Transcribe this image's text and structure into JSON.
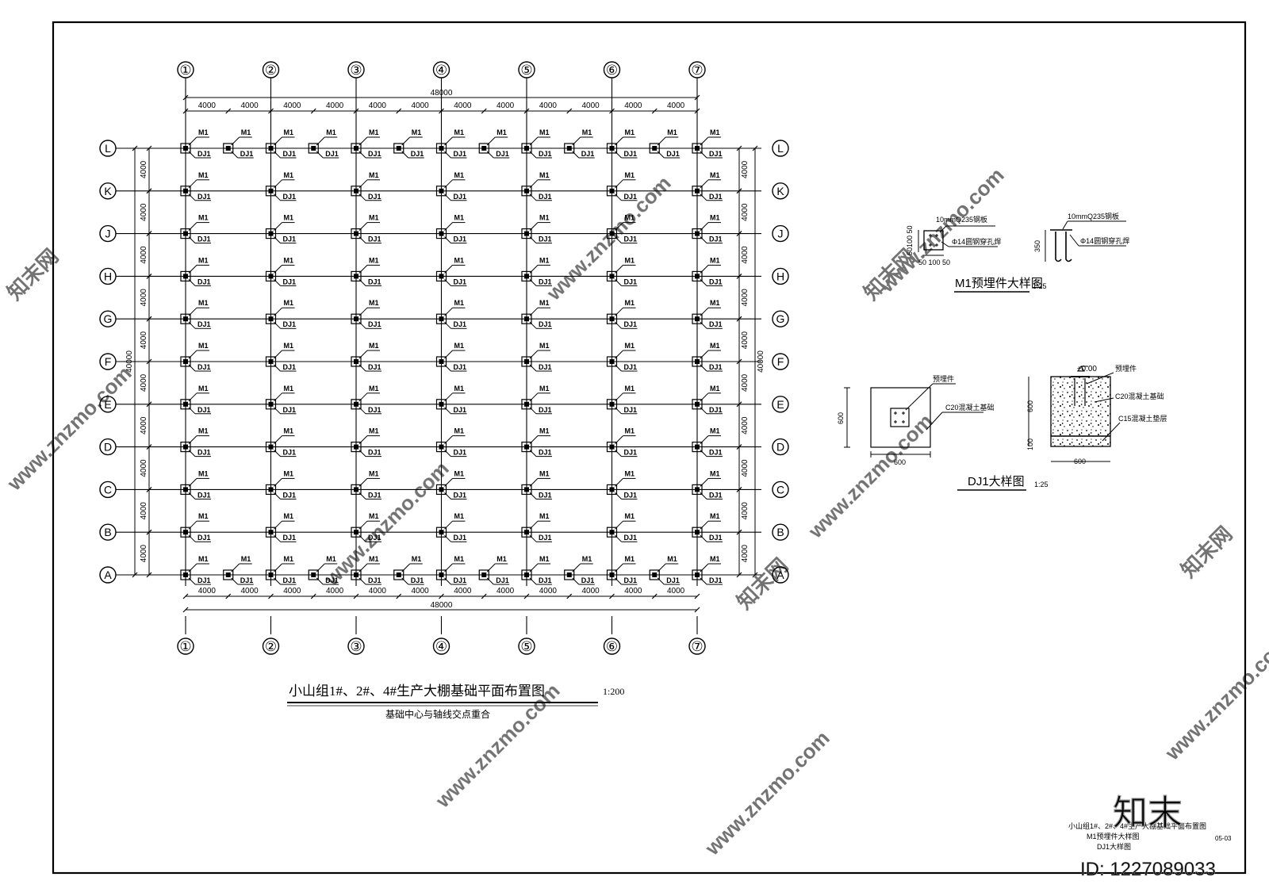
{
  "plan": {
    "column_axes": [
      "①",
      "②",
      "③",
      "④",
      "⑤",
      "⑥",
      "⑦"
    ],
    "row_axes": [
      "L",
      "K",
      "J",
      "H",
      "G",
      "F",
      "E",
      "D",
      "C",
      "B",
      "A"
    ],
    "bay_dim": "4000",
    "overall_x": "48000",
    "overall_y": "40000",
    "anchor_label": "M1",
    "footing_label": "DJ1",
    "title": "小山组1#、2#、4#生产大棚基础平面布置图",
    "scale": "1:200",
    "note": "基础中心与轴线交点重合"
  },
  "m1_detail": {
    "plate_note": "10mmQ235钢板",
    "bar_note": "Φ14圆钢穿孔焊",
    "dim_left": "50100 50",
    "dim_bottom": "50 100 50",
    "dim_height": "350",
    "title": "M1预埋件大样图",
    "scale": "1:25"
  },
  "dj1_detail": {
    "embed_note": "预埋件",
    "c20_note": "C20混凝土基础",
    "c15_note": "C15混凝土垫层",
    "elevation": "±0.00",
    "dim_600": "600",
    "dim_100": "100",
    "title": "DJ1大样图",
    "scale": "1:25"
  },
  "title_block": {
    "line1": "小山组1#、2#、4#生产大棚基础平面布置图",
    "line2": "M1预埋件大样图",
    "line3": "DJ1大样图",
    "sheet_no": "05-03"
  },
  "watermark": {
    "site": "www.znzmo.com",
    "brand": "知末网",
    "logo": "知末",
    "id": "ID: 1227089033"
  }
}
